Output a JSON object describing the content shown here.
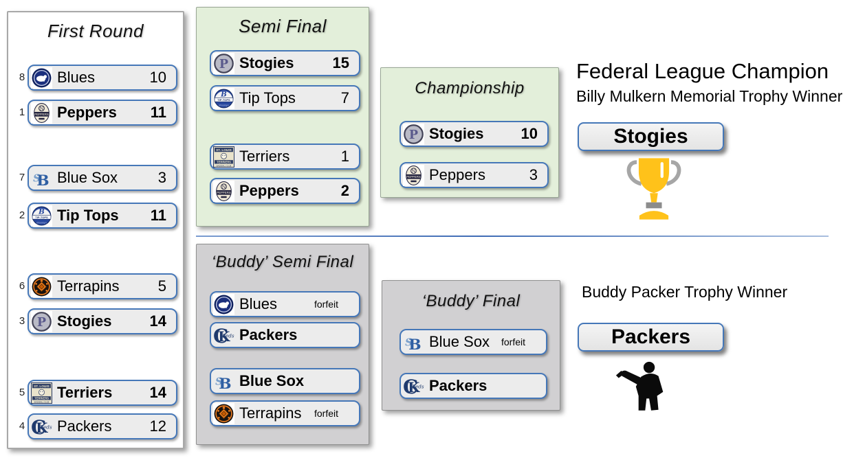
{
  "colors": {
    "pill_border": "#4577b8",
    "pill_bg": "#ececec",
    "semi_panel_bg": "#e3efda",
    "buddy_panel_bg": "#d1d0d2",
    "first_round_bg": "#ffffff",
    "trophy_gold": "#ffc21a",
    "divider_blue": "#3f6cb5"
  },
  "icons": [
    "blues-logo-icon",
    "peppers-logo-icon",
    "blue-sox-logo-icon",
    "tip-tops-logo-icon",
    "terrapins-logo-icon",
    "stogies-logo-icon",
    "terriers-logo-icon",
    "packers-logo-icon",
    "trophy-icon",
    "umpire-silhouette-icon"
  ],
  "first_round": {
    "title": "First Round",
    "matches": [
      {
        "teams": [
          {
            "seed": "8",
            "name": "Blues",
            "score": "10",
            "winner": false,
            "logo": "blues"
          },
          {
            "seed": "1",
            "name": "Peppers",
            "score": "11",
            "winner": true,
            "logo": "peppers"
          }
        ]
      },
      {
        "teams": [
          {
            "seed": "7",
            "name": "Blue Sox",
            "score": "3",
            "winner": false,
            "logo": "blue-sox"
          },
          {
            "seed": "2",
            "name": "Tip Tops",
            "score": "11",
            "winner": true,
            "logo": "tip-tops"
          }
        ]
      },
      {
        "teams": [
          {
            "seed": "6",
            "name": "Terrapins",
            "score": "5",
            "winner": false,
            "logo": "terrapins"
          },
          {
            "seed": "3",
            "name": "Stogies",
            "score": "14",
            "winner": true,
            "logo": "stogies"
          }
        ]
      },
      {
        "teams": [
          {
            "seed": "5",
            "name": "Terriers",
            "score": "14",
            "winner": true,
            "logo": "terriers"
          },
          {
            "seed": "4",
            "name": "Packers",
            "score": "12",
            "winner": false,
            "logo": "packers"
          }
        ]
      }
    ]
  },
  "semi_final": {
    "title": "Semi Final",
    "matches": [
      {
        "teams": [
          {
            "name": "Stogies",
            "score": "15",
            "winner": true,
            "logo": "stogies"
          },
          {
            "name": "Tip Tops",
            "score": "7",
            "winner": false,
            "logo": "tip-tops"
          }
        ]
      },
      {
        "teams": [
          {
            "name": "Terriers",
            "score": "1",
            "winner": false,
            "logo": "terriers"
          },
          {
            "name": "Peppers",
            "score": "2",
            "winner": true,
            "logo": "peppers"
          }
        ]
      }
    ]
  },
  "championship": {
    "title": "Championship",
    "matches": [
      {
        "teams": [
          {
            "name": "Stogies",
            "score": "10",
            "winner": true,
            "logo": "stogies"
          },
          {
            "name": "Peppers",
            "score": "3",
            "winner": false,
            "logo": "peppers"
          }
        ]
      }
    ]
  },
  "buddy_semi_final": {
    "title": "‘Buddy’ Semi Final",
    "matches": [
      {
        "teams": [
          {
            "name": "Blues",
            "score": "forfeit",
            "winner": false,
            "logo": "blues"
          },
          {
            "name": "Packers",
            "score": "",
            "winner": true,
            "logo": "packers"
          }
        ]
      },
      {
        "teams": [
          {
            "name": "Blue Sox",
            "score": "",
            "winner": true,
            "logo": "blue-sox"
          },
          {
            "name": "Terrapins",
            "score": "forfeit",
            "winner": false,
            "logo": "terrapins"
          }
        ]
      }
    ]
  },
  "buddy_final": {
    "title": "‘Buddy’ Final",
    "matches": [
      {
        "teams": [
          {
            "name": "Blue Sox",
            "score": "forfeit",
            "winner": false,
            "logo": "blue-sox"
          },
          {
            "name": "Packers",
            "score": "",
            "winner": true,
            "logo": "packers"
          }
        ]
      }
    ]
  },
  "champion_panel": {
    "title": "Federal League Champion",
    "subtitle": "Billy Mulkern Memorial Trophy Winner",
    "winner": "Stogies"
  },
  "buddy_panel": {
    "title": "Buddy Packer Trophy Winner",
    "winner": "Packers"
  }
}
